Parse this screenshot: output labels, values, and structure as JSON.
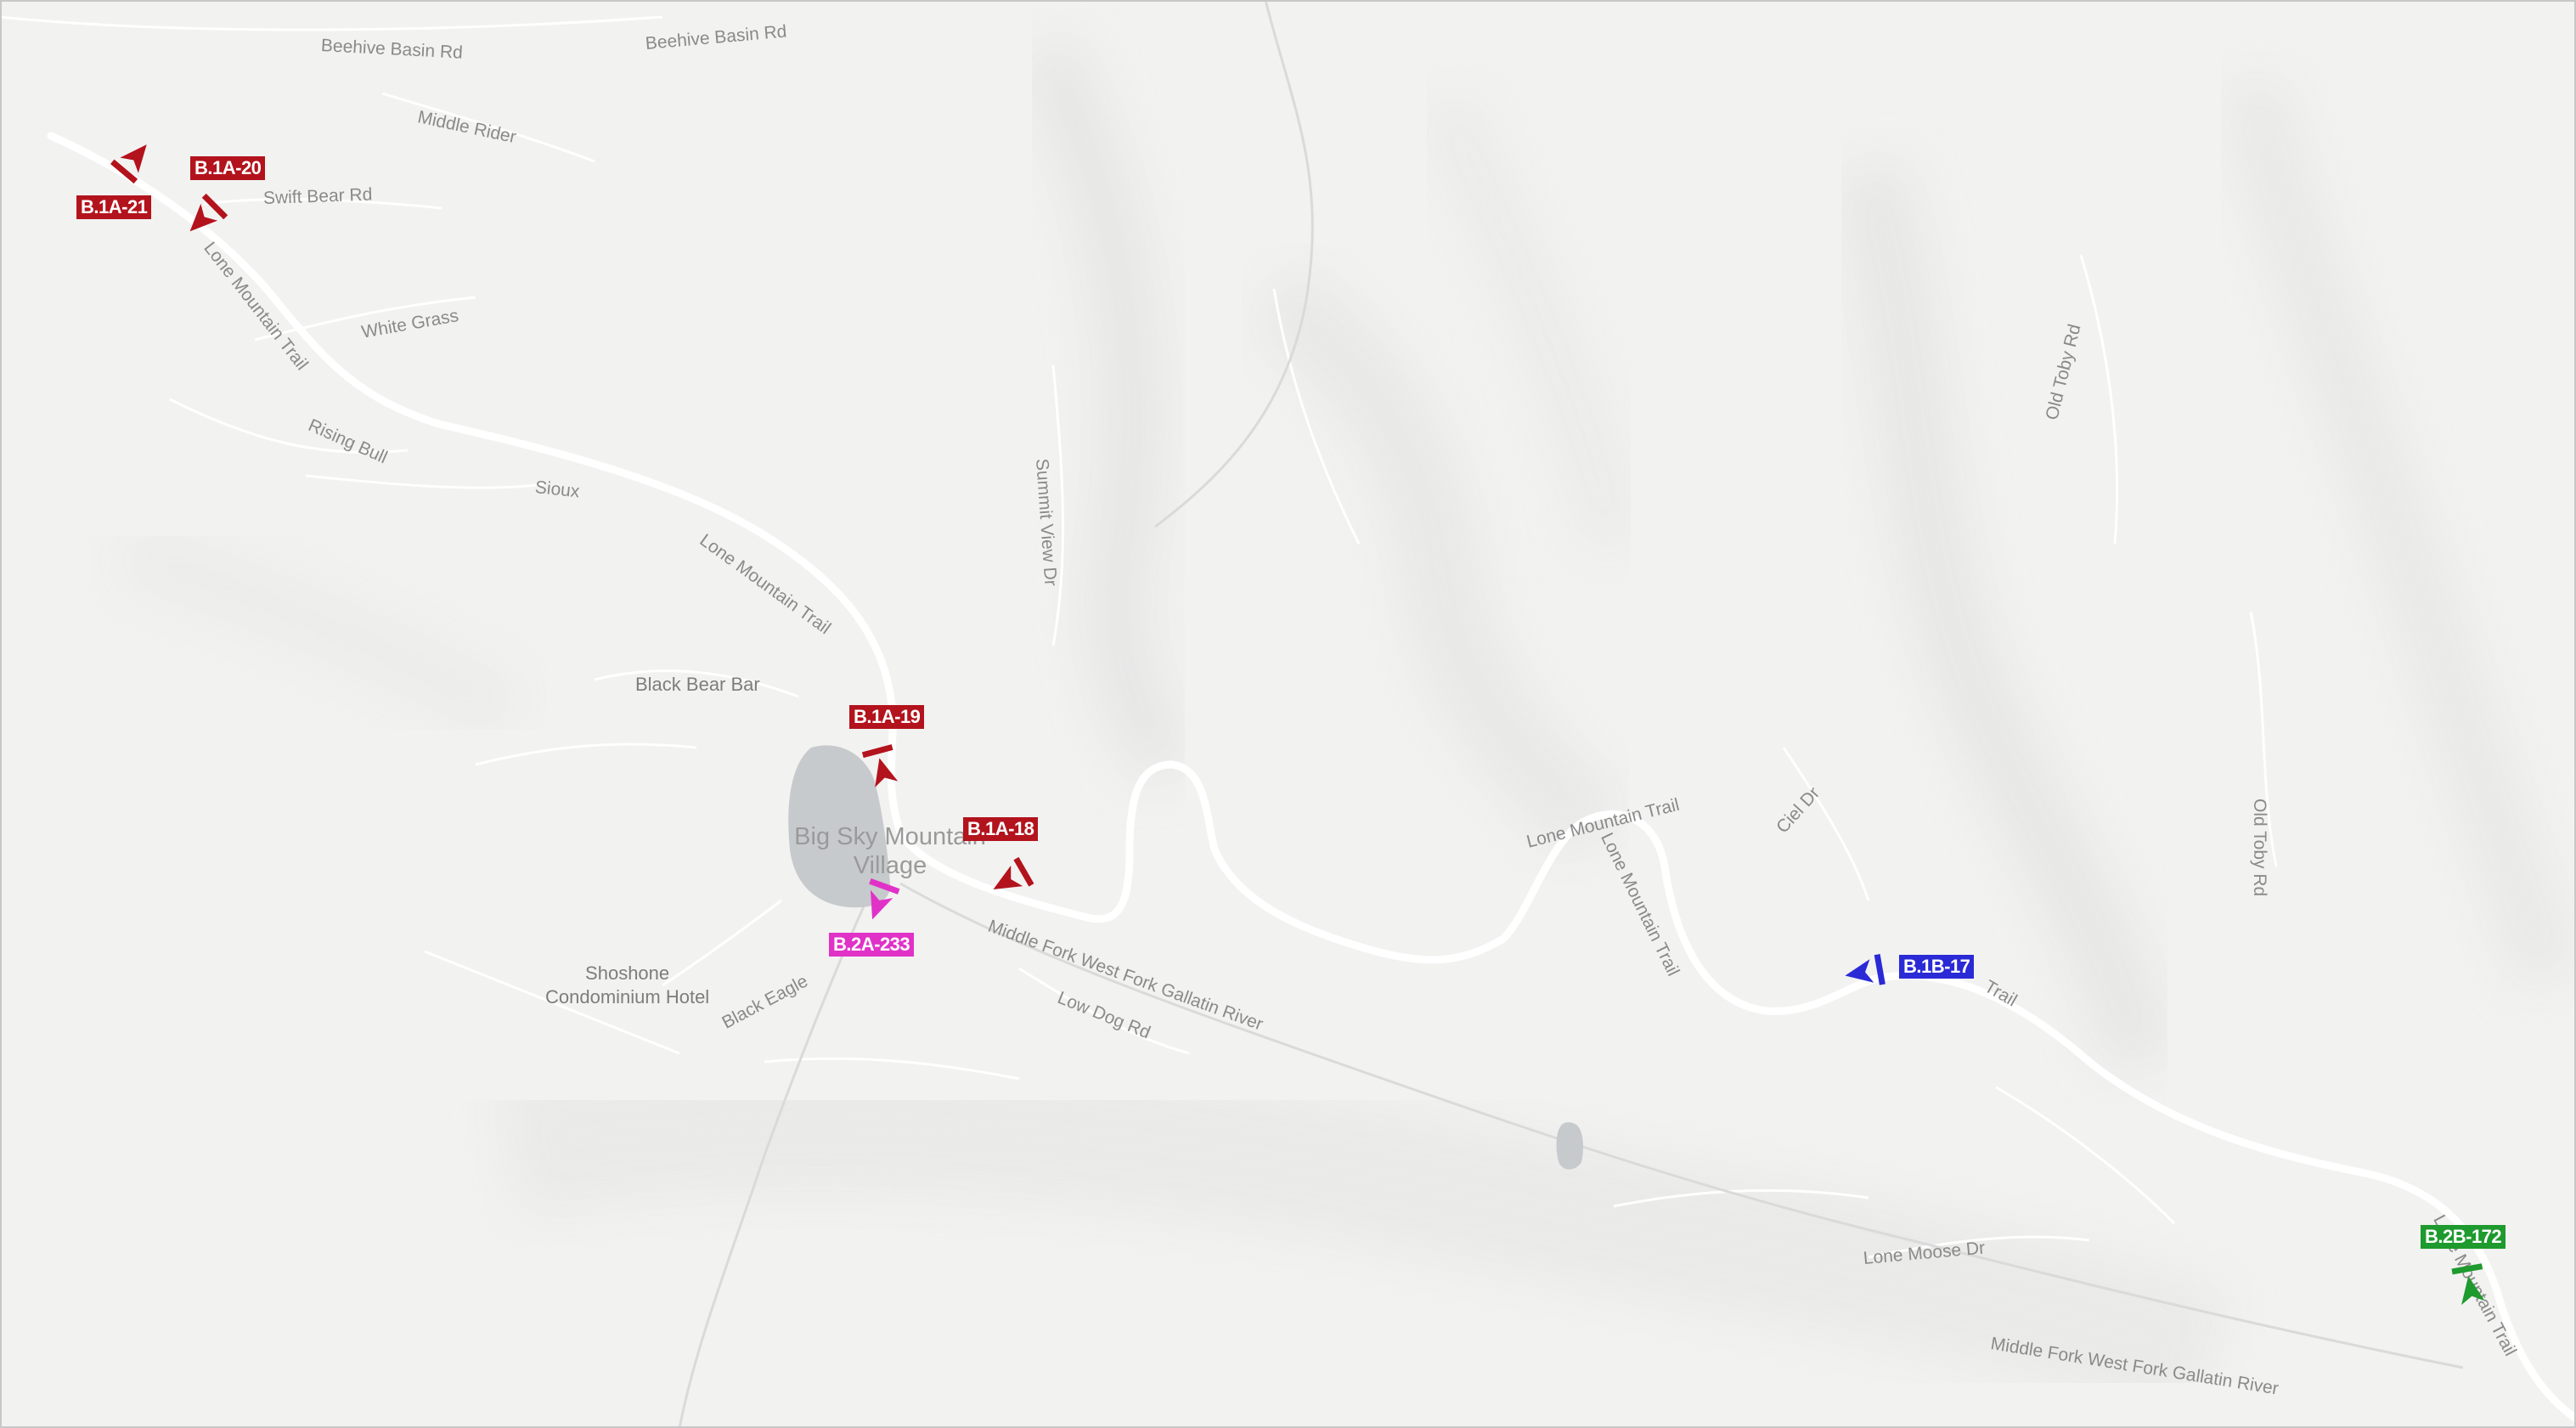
{
  "colors": {
    "background": "#f2f2f1",
    "road": "#ffffff",
    "water": "#c7cacd",
    "bound_1a": "#b3131c",
    "bound_1b": "#2a2ad6",
    "bound_2a": "#e032c7",
    "bound_2b": "#1e9a2e"
  },
  "roads": {
    "beehive_basin_rd_1": "Beehive Basin Rd",
    "beehive_basin_rd_2": "Beehive Basin Rd",
    "middle_rider": "Middle Rider",
    "swift_bear_rd": "Swift Bear Rd",
    "lone_mountain_trail_nw": "Lone Mountain Trail",
    "white_grass": "White Grass",
    "rising_bull": "Rising Bull",
    "sioux": "Sioux",
    "lone_mountain_trail_center": "Lone Mountain Trail",
    "summit_view_dr": "Summit View Dr",
    "lone_mountain_trail_east": "Lone Mountain Trail",
    "ciel_dr": "Ciel Dr",
    "old_toby_rd_1": "Old Toby Rd",
    "old_toby_rd_2": "Old Toby Rd",
    "trail_fragment": "Trail",
    "middle_fork_1": "Middle Fork West Fork Gallatin River",
    "low_dog_rd": "Low Dog Rd",
    "black_eagle": "Black Eagle",
    "lone_moose_dr": "Lone Moose Dr",
    "middle_fork_2": "Middle Fork West Fork Gallatin River",
    "lone_mountain_trail_se": "Lone Mountain Trail"
  },
  "places": {
    "black_bear_bar": "Black Bear Bar",
    "shoshone_line1": "Shoshone",
    "shoshone_line2": "Condominium Hotel",
    "village_line1": "Big Sky Mountain",
    "village_line2": "Village"
  },
  "markers": [
    {
      "id": "B.1A-21",
      "color_key": "bound_1a",
      "icon": "direction-arrow-icon"
    },
    {
      "id": "B.1A-20",
      "color_key": "bound_1a",
      "icon": "direction-arrow-icon"
    },
    {
      "id": "B.1A-19",
      "color_key": "bound_1a",
      "icon": "direction-arrow-icon"
    },
    {
      "id": "B.1A-18",
      "color_key": "bound_1a",
      "icon": "direction-arrow-icon"
    },
    {
      "id": "B.2A-233",
      "color_key": "bound_2a",
      "icon": "direction-arrow-icon"
    },
    {
      "id": "B.1B-17",
      "color_key": "bound_1b",
      "icon": "direction-arrow-icon"
    },
    {
      "id": "B.2B-172",
      "color_key": "bound_2b",
      "icon": "direction-arrow-icon"
    }
  ]
}
